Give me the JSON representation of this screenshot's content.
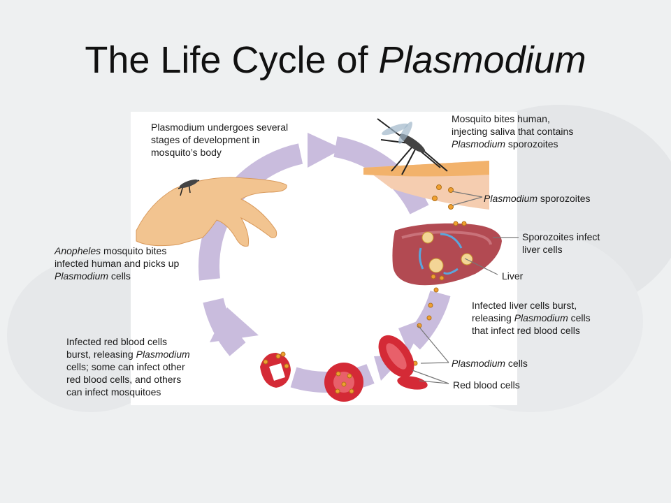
{
  "title": {
    "main": "The Life Cycle of ",
    "italic": "Plasmodium"
  },
  "labels": {
    "mosquito_bites": {
      "line1": "Mosquito bites human,",
      "line2": "injecting saliva that contains",
      "line3_italic": "Plasmodium",
      "line3_rest": " sporozoites"
    },
    "sporozoites": {
      "italic": "Plasmodium",
      "rest": " sporozoites"
    },
    "infect_liver": {
      "line1": "Sporozoites infect",
      "line2": "liver cells"
    },
    "liver": "Liver",
    "liver_burst": {
      "line1": "Infected liver cells burst,",
      "line2_start": "releasing ",
      "line2_italic": "Plasmodium",
      "line2_rest": " cells",
      "line3": "that infect red blood cells"
    },
    "plasmodium_cells": {
      "italic": "Plasmodium",
      "rest": " cells"
    },
    "red_blood_cells": "Red blood cells",
    "rbc_burst": {
      "line1": "Infected red blood cells",
      "line2_start": "burst, releasing ",
      "line2_italic": "Plasmodium",
      "line3": "cells; some can infect other",
      "line4": "red blood cells, and others",
      "line5": "can infect mosquitoes"
    },
    "anopheles": {
      "line1_italic": "Anopheles",
      "line1_rest": " mosquito bites",
      "line2": "infected human and picks up",
      "line3_italic": "Plasmodium",
      "line3_rest": " cells"
    },
    "development": {
      "line1": "Plasmodium undergoes several",
      "line2": "stages of development in",
      "line3": "mosquito’s body"
    }
  },
  "colors": {
    "cycle_arrow": "#c9bcdd",
    "rbc": "#d42a36",
    "liver": "#b24a52",
    "skin": "#f2c490",
    "parasite": "#f0a030"
  }
}
